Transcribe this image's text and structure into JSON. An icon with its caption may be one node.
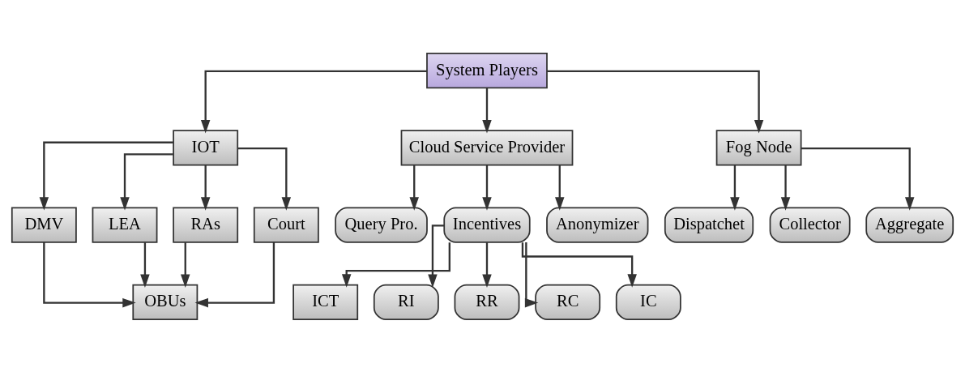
{
  "diagram": {
    "nodes": [
      {
        "text": [
          "System Players"
        ]
      },
      {
        "text": [
          "IOT"
        ]
      },
      {
        "text": [
          "Cloud Service Provider"
        ]
      },
      {
        "text": [
          "Fog Node"
        ]
      },
      {
        "text": [
          "DMV"
        ]
      },
      {
        "text": [
          "LEA"
        ]
      },
      {
        "text": [
          "RAs"
        ]
      },
      {
        "text": [
          "Court"
        ]
      },
      {
        "text": [
          "Query Pro."
        ]
      },
      {
        "text": [
          "Incentives"
        ]
      },
      {
        "text": [
          "Anonymizer"
        ]
      },
      {
        "text": [
          "Dispatchet"
        ]
      },
      {
        "text": [
          "Collector"
        ]
      },
      {
        "text": [
          "Aggregate"
        ]
      },
      {
        "text": [
          "OBUs"
        ]
      },
      {
        "text": [
          "ICT"
        ]
      },
      {
        "text": [
          "RI"
        ]
      },
      {
        "text": [
          "RR"
        ]
      },
      {
        "text": [
          "RC"
        ]
      },
      {
        "text": [
          "IC"
        ]
      }
    ],
    "edges": [
      {
        "from": 0,
        "to": 1,
        "arrow": "to"
      },
      {
        "from": 0,
        "to": 2,
        "arrow": "to"
      },
      {
        "from": 0,
        "to": 3,
        "arrow": "to"
      },
      {
        "from": 1,
        "to": 4,
        "arrow": "to"
      },
      {
        "from": 1,
        "to": 5,
        "arrow": "to"
      },
      {
        "from": 1,
        "to": 6,
        "arrow": "to"
      },
      {
        "from": 1,
        "to": 7,
        "arrow": "to"
      },
      {
        "from": 2,
        "to": 8,
        "arrow": "to"
      },
      {
        "from": 2,
        "to": 9,
        "arrow": "to"
      },
      {
        "from": 2,
        "to": 10,
        "arrow": "to"
      },
      {
        "from": 3,
        "to": 11,
        "arrow": "to"
      },
      {
        "from": 3,
        "to": 12,
        "arrow": "to"
      },
      {
        "from": 3,
        "to": 13,
        "arrow": "to"
      },
      {
        "from": 4,
        "to": 14,
        "arrow": "to"
      },
      {
        "from": 5,
        "to": 14,
        "arrow": "to"
      },
      {
        "from": 6,
        "to": 14,
        "arrow": "to"
      },
      {
        "from": 7,
        "to": 14,
        "arrow": "to"
      },
      {
        "from": 9,
        "to": 15,
        "arrow": "to"
      },
      {
        "from": 9,
        "to": 16,
        "arrow": "to"
      },
      {
        "from": 9,
        "to": 17,
        "arrow": "to"
      },
      {
        "from": 9,
        "to": 18,
        "arrow": "to"
      },
      {
        "from": 9,
        "to": 19,
        "arrow": "to"
      }
    ]
  }
}
